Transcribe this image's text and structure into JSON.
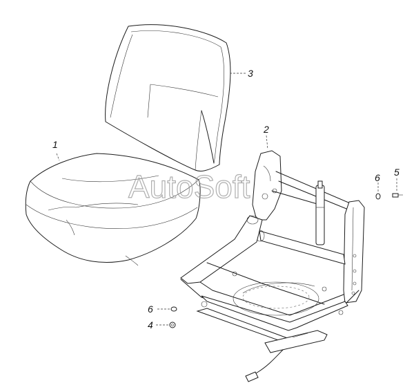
{
  "watermark": "AutoSoft",
  "callouts": {
    "c1": "1",
    "c2": "2",
    "c3": "3",
    "c4": "4",
    "c5": "5",
    "c6a": "6",
    "c6b": "6"
  }
}
